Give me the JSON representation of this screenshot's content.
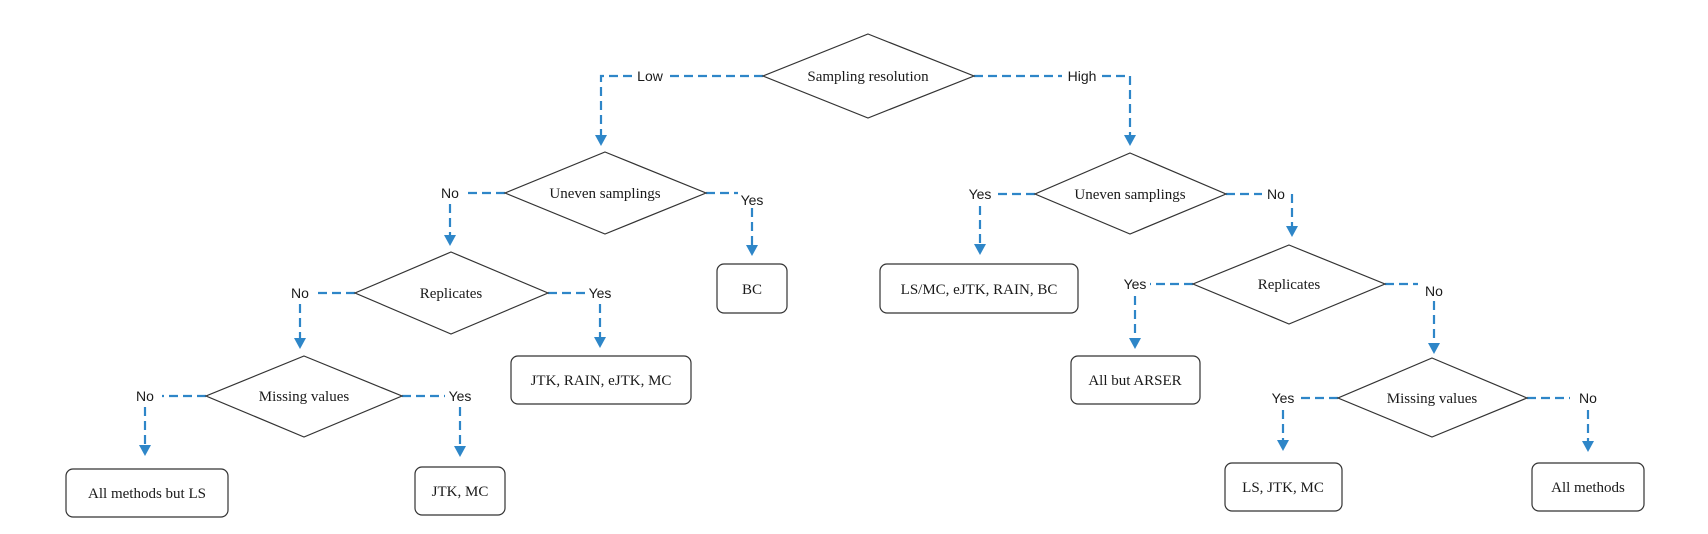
{
  "nodes": {
    "root": "Sampling resolution",
    "low_uneven": "Uneven samplings",
    "low_uneven_yes_leaf": "BC",
    "low_replicates": "Replicates",
    "low_replicates_yes_leaf": "JTK, RAIN, eJTK, MC",
    "low_missing": "Missing values",
    "low_missing_no_leaf": "All methods but LS",
    "low_missing_yes_leaf": "JTK, MC",
    "high_uneven": "Uneven samplings",
    "high_uneven_yes_leaf": "LS/MC, eJTK, RAIN, BC",
    "high_replicates": "Replicates",
    "high_replicates_yes_leaf": "All but ARSER",
    "high_missing": "Missing values",
    "high_missing_yes_leaf": "LS, JTK, MC",
    "high_missing_no_leaf": "All methods"
  },
  "edges": {
    "low": "Low",
    "high": "High",
    "low_uneven_no": "No",
    "low_uneven_yes": "Yes",
    "low_replicates_no": "No",
    "low_replicates_yes": "Yes",
    "low_missing_no": "No",
    "low_missing_yes": "Yes",
    "high_uneven_yes": "Yes",
    "high_uneven_no": "No",
    "high_replicates_yes": "Yes",
    "high_replicates_no": "No",
    "high_missing_yes": "Yes",
    "high_missing_no": "No"
  },
  "colors": {
    "connector": "#2e86c8",
    "outline": "#333333"
  }
}
